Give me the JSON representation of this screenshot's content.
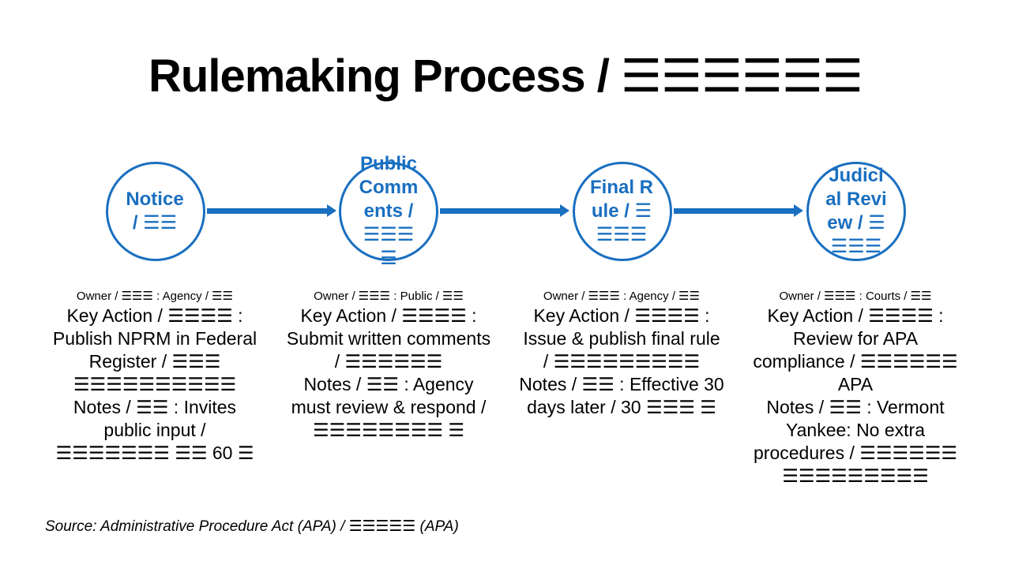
{
  "title": "Rulemaking Process / ☰☰☰☰☰☰",
  "colors": {
    "accent": "#1a6fc0"
  },
  "steps": [
    {
      "label": "Notice / ☰☰",
      "owner": "Owner / ☰☰☰ : Agency / ☰☰",
      "key_action": "Key Action / ☰☰☰☰ : Publish NPRM in Federal Register / ☰☰☰ ☰☰☰☰☰☰☰☰☰☰",
      "notes": "Notes / ☰☰ : Invites public input / ☰☰☰☰☰☰☰ ☰☰ 60 ☰"
    },
    {
      "label": "Public Comments / ☰☰☰☰",
      "owner": "Owner / ☰☰☰ : Public / ☰☰",
      "key_action": "Key Action / ☰☰☰☰ : Submit written comments / ☰☰☰☰☰☰",
      "notes": "Notes / ☰☰ : Agency must review & respond / ☰☰☰☰☰☰☰☰ ☰"
    },
    {
      "label": "Final Rule / ☰☰☰☰",
      "owner": "Owner / ☰☰☰ : Agency / ☰☰",
      "key_action": "Key Action / ☰☰☰☰ : Issue & publish final rule / ☰☰☰☰☰☰☰☰☰",
      "notes": "Notes / ☰☰ : Effective 30 days later / 30 ☰☰☰ ☰"
    },
    {
      "label": "Judicial Review / ☰☰☰☰",
      "owner": "Owner / ☰☰☰ : Courts / ☰☰",
      "key_action": "Key Action / ☰☰☰☰ : Review for APA compliance / ☰☰☰☰☰☰ APA",
      "notes": "Notes / ☰☰ : Vermont Yankee: No extra procedures / ☰☰☰☰☰☰ ☰☰☰☰☰☰☰☰☰"
    }
  ],
  "source": "Source: Administrative Procedure Act (APA) / ☰☰☰☰☰ (APA)"
}
